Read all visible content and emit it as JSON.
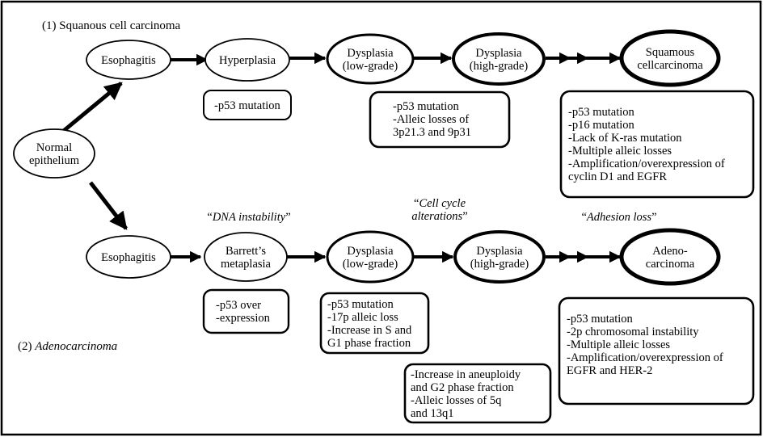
{
  "sections": {
    "squamous": "(1) Squanous cell carcinoma",
    "adeno_prefix": "(2) ",
    "adeno_name": "Adenocarcinoma"
  },
  "nodes": {
    "normal": [
      "Normal",
      "epithelium"
    ],
    "esophagitis_top": [
      "Esophagitis"
    ],
    "hyperplasia": [
      "Hyperplasia"
    ],
    "dysplasia_low_top": [
      "Dysplasia",
      "(low-grade)"
    ],
    "dysplasia_high_top": [
      "Dysplasia",
      "(high-grade)"
    ],
    "squamous_cc": [
      "Squamous",
      "cellcarcinoma"
    ],
    "esophagitis_bottom": [
      "Esophagitis"
    ],
    "barretts": [
      "Barrett’s",
      "metaplasia"
    ],
    "dysplasia_low_bottom": [
      "Dysplasia",
      "(low-grade)"
    ],
    "dysplasia_high_bottom": [
      "Dysplasia",
      "(high-grade)"
    ],
    "adenocarcinoma": [
      "Adeno-",
      "carcinoma"
    ]
  },
  "boxes": {
    "hyperplasia_mut": [
      "-p53 mutation"
    ],
    "dysplasia_top_mut": [
      "-p53 mutation",
      "-Alleic losses of",
      "3p21.3 and 9p31"
    ],
    "squamous_mut": [
      "-p53 mutation",
      "-p16 mutation",
      "-Lack of K-ras mutation",
      "-Multiple alleic losses",
      "-Amplification/overexpression of",
      "cyclin D1 and EGFR"
    ],
    "barretts_mut": [
      "-p53 over",
      "-expression"
    ],
    "dysplasia_low_bottom_mut": [
      "-p53 mutation",
      "-17p alleic loss",
      "-Increase in S and",
      "G1 phase fraction"
    ],
    "dysplasia_high_bottom_mut": [
      "-Increase in aneuploidy",
      "and G2 phase fraction",
      "-Alleic losses of 5q",
      "and 13q1"
    ],
    "adeno_mut": [
      "-p53 mutation",
      "-2p chromosomal instability",
      "-Multiple alleic losses",
      "-Amplification/overexpression of",
      "EGFR and HER-2"
    ]
  },
  "stage_labels": {
    "dna": [
      "“DNA instability”"
    ],
    "cell_cycle": [
      "“Cell cycle",
      "alterations”"
    ],
    "adhesion": [
      "“Adhesion loss”"
    ]
  }
}
